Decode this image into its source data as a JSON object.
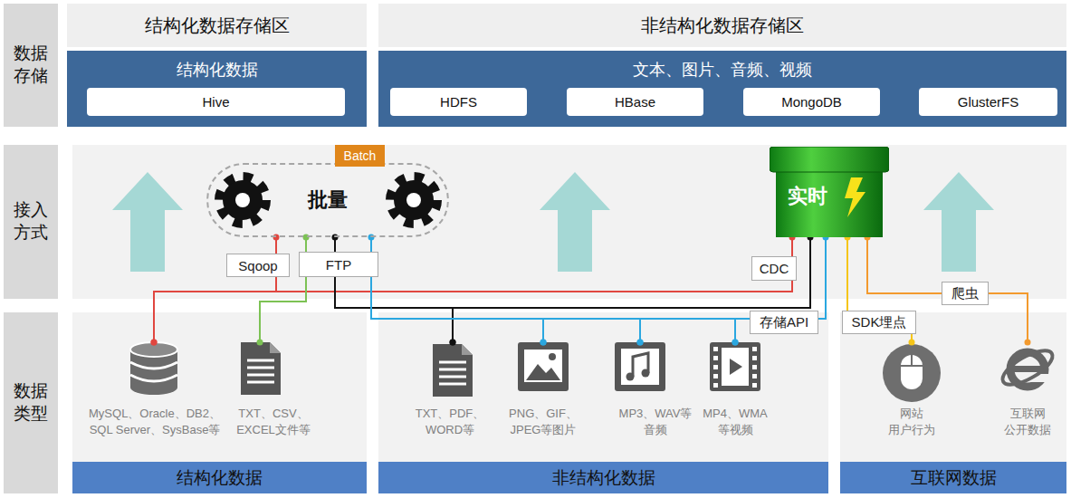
{
  "diagram": {
    "nodes": [
      {
        "text": [
          "数据存储"
        ]
      },
      {
        "text": [
          "结构化数据存储区"
        ]
      },
      {
        "text": [
          "非结构化数据存储区"
        ]
      },
      {
        "text": [
          "结构化数据"
        ]
      },
      {
        "text": [
          "Hive"
        ],
        "in": 3
      },
      {
        "text": [
          "文本、图片、音频、视频"
        ]
      },
      {
        "text": [
          "HDFS"
        ],
        "in": 5
      },
      {
        "text": [
          "HBase"
        ],
        "in": 5
      },
      {
        "text": [
          "MongoDB"
        ],
        "in": 5
      },
      {
        "text": [
          "GlusterFS"
        ],
        "in": 5
      },
      {
        "text": [
          "接入方式"
        ]
      },
      {
        "text": [
          "Batch"
        ]
      },
      {
        "text": [
          "批量"
        ]
      },
      {
        "text": [
          "实时"
        ]
      },
      {
        "text": [
          "Sqoop"
        ]
      },
      {
        "text": [
          "FTP"
        ]
      },
      {
        "text": [
          "CDC"
        ]
      },
      {
        "text": [
          "存储API"
        ]
      },
      {
        "text": [
          "SDK埋点"
        ]
      },
      {
        "text": [
          "爬虫"
        ]
      },
      {
        "text": [
          "数据类型"
        ]
      },
      {
        "text": [
          "结构化数据"
        ]
      },
      {
        "text": [
          "MySQL、Oracle、DB2、 SQL Server、SysBase等"
        ],
        "in": 21
      },
      {
        "text": [
          "TXT、CSV、 EXCEL文件等"
        ],
        "in": 21
      },
      {
        "text": [
          "非结构化数据"
        ]
      },
      {
        "text": [
          "TXT、PDF、 WORD等"
        ],
        "in": 24
      },
      {
        "text": [
          "PNG、GIF、 JPEG等图片"
        ],
        "in": 24
      },
      {
        "text": [
          "MP3、WAV等 音频"
        ],
        "in": 24
      },
      {
        "text": [
          "MP4、WMA 等视频"
        ],
        "in": 24
      },
      {
        "text": [
          "互联网数据"
        ]
      },
      {
        "text": [
          "网站 用户行为"
        ],
        "in": 29
      },
      {
        "text": [
          "互联网 公开数据"
        ],
        "in": 29
      }
    ],
    "edges": [
      {
        "from": 22,
        "to": 14,
        "arrow": "none"
      },
      {
        "from": 14,
        "to": 12,
        "arrow": "none"
      },
      {
        "from": 22,
        "to": 16,
        "arrow": "none"
      },
      {
        "from": 16,
        "to": 13,
        "arrow": "none"
      },
      {
        "from": 23,
        "to": 15,
        "arrow": "none"
      },
      {
        "from": 15,
        "to": 12,
        "arrow": "none"
      },
      {
        "from": 25,
        "to": 15,
        "arrow": "none"
      },
      {
        "from": 25,
        "to": 13,
        "arrow": "none"
      },
      {
        "from": 26,
        "to": 15,
        "arrow": "none"
      },
      {
        "from": 27,
        "to": 15,
        "arrow": "none"
      },
      {
        "from": 28,
        "to": 15,
        "arrow": "none"
      },
      {
        "from": 26,
        "to": 17,
        "arrow": "none"
      },
      {
        "from": 27,
        "to": 17,
        "arrow": "none"
      },
      {
        "from": 28,
        "to": 17,
        "arrow": "none"
      },
      {
        "from": 17,
        "to": 13,
        "arrow": "none"
      },
      {
        "from": 30,
        "to": 18,
        "arrow": "none"
      },
      {
        "from": 18,
        "to": 13,
        "arrow": "none"
      },
      {
        "from": 31,
        "to": 19,
        "arrow": "none"
      },
      {
        "from": 19,
        "to": 13,
        "arrow": "none"
      }
    ]
  }
}
